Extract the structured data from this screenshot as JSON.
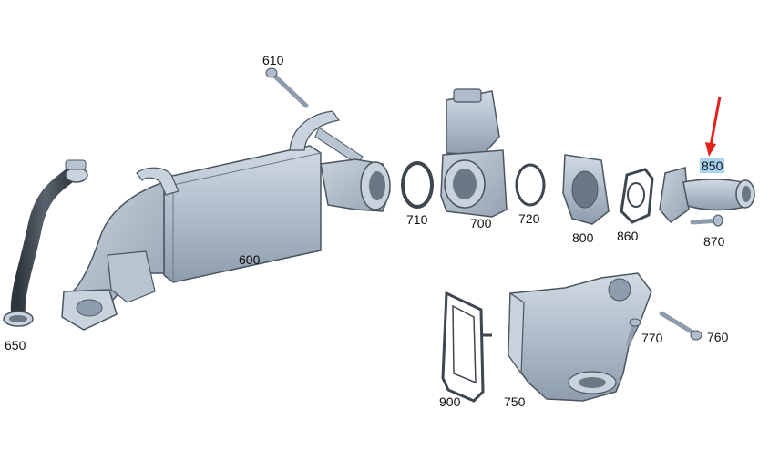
{
  "diagram": {
    "highlight_color": "#a9d3f0",
    "arrow_color": "#e3221c",
    "part_fill": "#a9b8c6",
    "part_fill_light": "#c8d3dd",
    "hose_fill": "#3e4650",
    "outline": "#4a5560",
    "labels": {
      "p610": "610",
      "p650": "650",
      "p600": "600",
      "p710": "710",
      "p700": "700",
      "p720": "720",
      "p800": "800",
      "p860": "860",
      "p850": "850",
      "p870": "870",
      "p770": "770",
      "p760": "760",
      "p900": "900",
      "p750": "750"
    },
    "highlighted_part": "850"
  }
}
